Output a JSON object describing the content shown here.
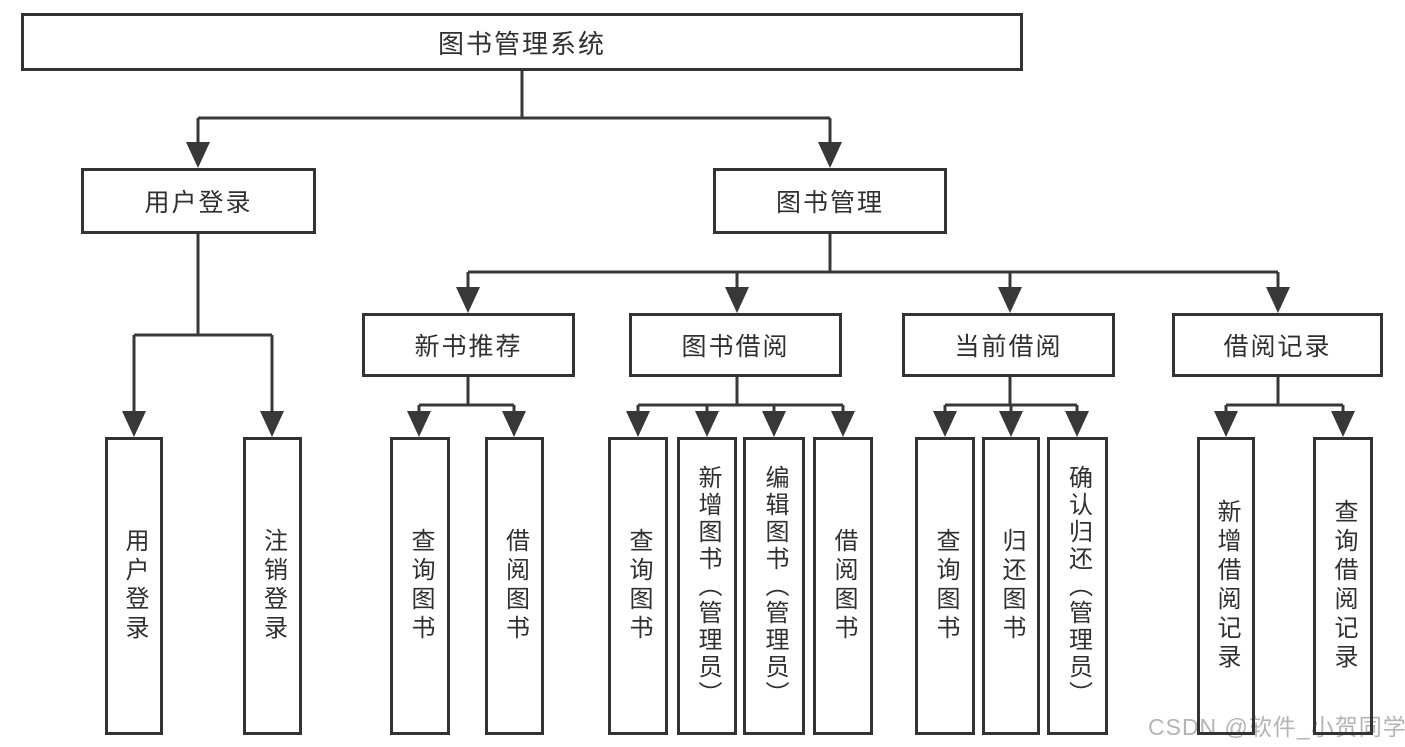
{
  "watermark": {
    "text": "CSDN @软件_小贺同学"
  },
  "colors": {
    "line": "#383838",
    "box_border": "#333333",
    "text": "#303030",
    "watermark": "#b4b4b4",
    "background": "#ffffff"
  },
  "nodes": {
    "root": {
      "label": "图书管理系统"
    },
    "user_login": {
      "label": "用户登录"
    },
    "book_management": {
      "label": "图书管理"
    },
    "new_book_recommend": {
      "label": "新书推荐"
    },
    "book_borrowing": {
      "label": "图书借阅"
    },
    "current_borrowing": {
      "label": "当前借阅"
    },
    "borrowing_records": {
      "label": "借阅记录"
    },
    "leaf_user_login": {
      "label": "用户登录"
    },
    "leaf_logout": {
      "label": "注销登录"
    },
    "leaf_recommend_query_books": {
      "label": "查询图书"
    },
    "leaf_recommend_borrow_books": {
      "label": "借阅图书"
    },
    "leaf_borrow_query_books": {
      "label": "查询图书"
    },
    "leaf_borrow_add_books": {
      "label": "新增图书（管理员）"
    },
    "leaf_borrow_edit_books": {
      "label": "编辑图书（管理员）"
    },
    "leaf_borrow_borrow_books": {
      "label": "借阅图书"
    },
    "leaf_current_query_books": {
      "label": "查询图书"
    },
    "leaf_current_return_books": {
      "label": "归还图书"
    },
    "leaf_current_confirm_return": {
      "label": "确认归还（管理员）"
    },
    "leaf_records_add_record": {
      "label": "新增借阅记录"
    },
    "leaf_records_query_record": {
      "label": "查询借阅记录"
    }
  }
}
